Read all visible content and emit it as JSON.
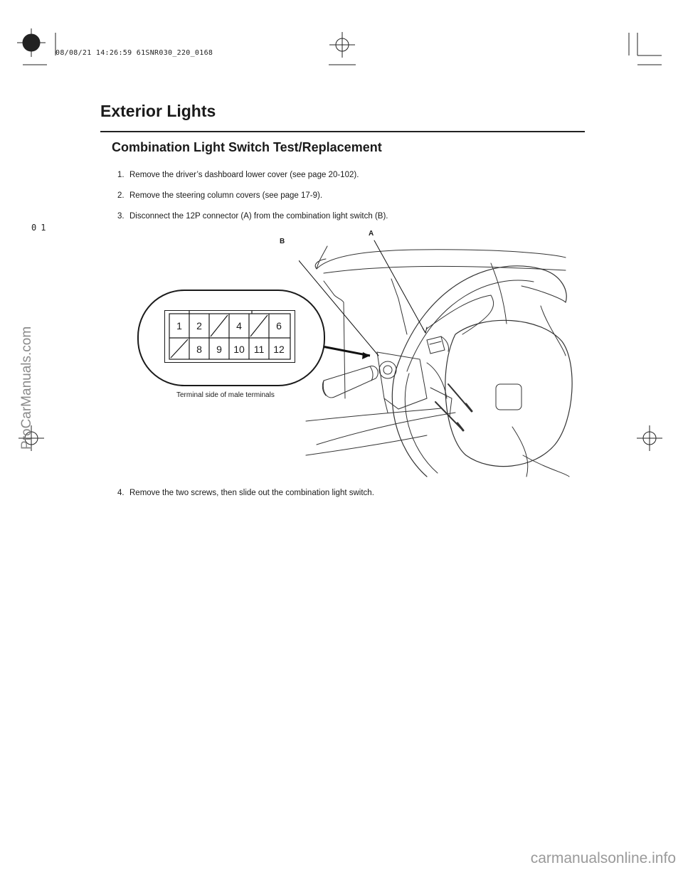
{
  "print_stamp": "08/08/21 14:26:59 61SNR030_220_0168",
  "page_marker": "01",
  "watermarks": {
    "left": "ProCarManuals.com",
    "bottom": "carmanualsonline.info"
  },
  "section_title": "Exterior Lights",
  "procedure_title": "Combination Light Switch Test/Replacement",
  "steps": [
    {
      "number": "1.",
      "text": "Remove the driver’s dashboard lower cover (see page 20-102)."
    },
    {
      "number": "2.",
      "text": "Remove the steering column covers (see page 17-9)."
    },
    {
      "number": "3.",
      "text": "Disconnect the 12P connector (A) from the combination light switch (B)."
    },
    {
      "number": "4.",
      "text": "Remove the two screws, then slide out the combination light switch."
    }
  ],
  "figure": {
    "callout_a": "A",
    "callout_b": "B",
    "connector_caption": "Terminal side of male terminals",
    "connector_terminals": {
      "top_row": [
        "1",
        "2",
        "",
        "4",
        "",
        "6"
      ],
      "bottom_row": [
        "",
        "8",
        "9",
        "10",
        "11",
        "12"
      ]
    }
  }
}
